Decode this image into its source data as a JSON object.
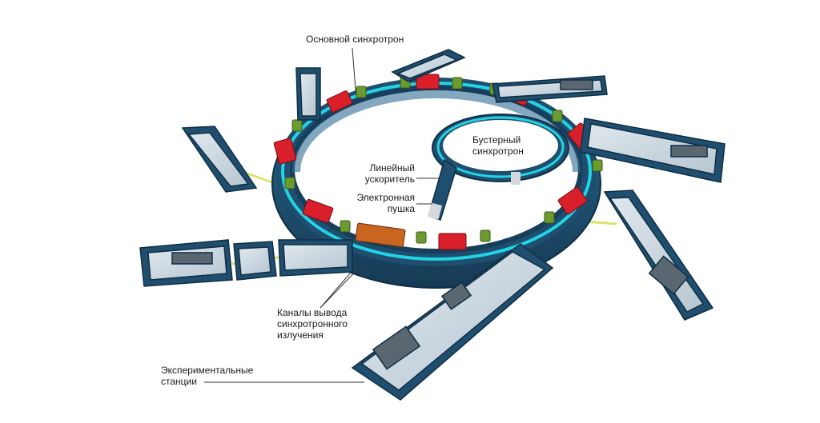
{
  "labels": {
    "main_synchrotron": "Основной синхротрон",
    "booster_synchrotron": [
      "Бустерный",
      "синхротрон"
    ],
    "linear_accelerator": [
      "Линейный",
      "ускоритель"
    ],
    "electron_gun": [
      "Электронная",
      "пушка"
    ],
    "radiation_channels": [
      "Каналы вывода",
      "синхротронного",
      "излучения"
    ],
    "experimental_stations": [
      "Экспериментальные",
      "станции"
    ]
  },
  "colors": {
    "tunnel": "#1f4e6e",
    "tunnel_dark": "#163a55",
    "beam": "#22d3e6",
    "magnet_red": "#d81f2a",
    "magnet_green": "#6b9a2f",
    "beamline": "#d9e05a"
  }
}
